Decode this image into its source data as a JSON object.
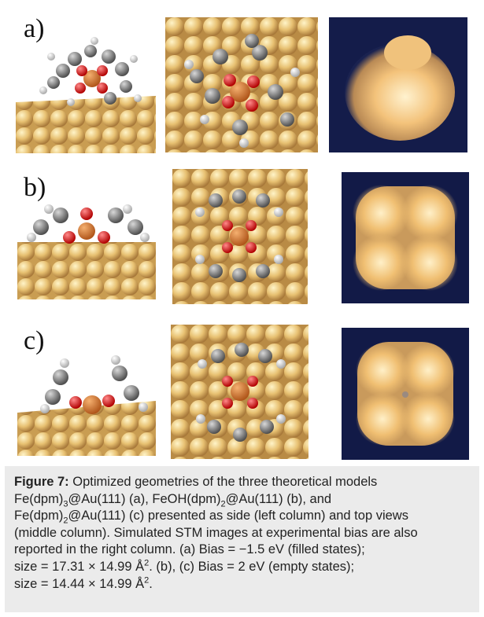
{
  "panels": [
    {
      "label": "a)"
    },
    {
      "label": "b)"
    },
    {
      "label": "c)"
    }
  ],
  "caption": {
    "figure_label": "Figure 7:",
    "line1": " Optimized geometries of the three theoretical models",
    "m1_pre": "Fe(dpm)",
    "m1_sub": "3",
    "m1_post": "@Au(111) (a), FeOH(dpm)",
    "m2_sub": "2",
    "m2_post": "@Au(111) (b), and",
    "m3_pre": "Fe(dpm)",
    "m3_sub": "2",
    "m3_post": "@Au(111) (c) presented as side (left column) and top views",
    "line4": "(middle column). Simulated STM images at experimental bias are also",
    "line5": "reported in the right column. (a) Bias = −1.5 eV (filled states);",
    "size1_pre": "size = 17.31 × 14.99 Å",
    "size1_sup": "2",
    "size1_post": ". (b), (c) Bias = 2 eV (empty states);",
    "size2_pre": "size = 14.44 × 14.99 Å",
    "size2_sup": "2",
    "size2_post": "."
  }
}
